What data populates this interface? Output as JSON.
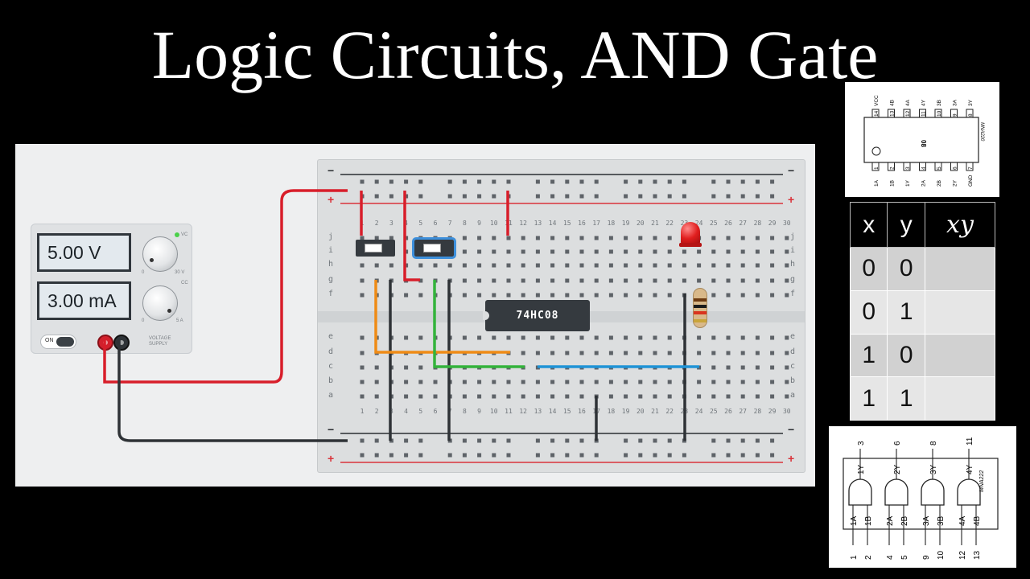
{
  "title": "Logic Circuits, AND Gate",
  "power_supply": {
    "voltage": "5.00 V",
    "current": "3.00 mA",
    "switch_label": "ON",
    "supply_label": "VOLTAGE SUPPLY",
    "vc_label": "VC",
    "cc_label": "CC",
    "v_min": "0",
    "v_max": "30 V",
    "i_min": "0",
    "i_max": "5 A"
  },
  "breadboard": {
    "columns": [
      "1",
      "2",
      "3",
      "4",
      "5",
      "6",
      "7",
      "8",
      "9",
      "10",
      "11",
      "12",
      "13",
      "14",
      "15",
      "16",
      "17",
      "18",
      "19",
      "20",
      "21",
      "22",
      "23",
      "24",
      "25",
      "26",
      "27",
      "28",
      "29",
      "30"
    ],
    "upper_rows": [
      "j",
      "i",
      "h",
      "g",
      "f"
    ],
    "lower_rows": [
      "e",
      "d",
      "c",
      "b",
      "a"
    ],
    "rail_minus": "−",
    "rail_plus": "+"
  },
  "chip_label": "74HC08",
  "pinout": {
    "top_nums": [
      "14",
      "13",
      "12",
      "11",
      "10",
      "9",
      "8"
    ],
    "top_names": [
      "VCC",
      "4B",
      "4A",
      "4Y",
      "3B",
      "3A",
      "3Y"
    ],
    "bottom_nums": [
      "1",
      "2",
      "3",
      "4",
      "5",
      "6",
      "7"
    ],
    "bottom_names": [
      "1A",
      "1B",
      "1Y",
      "2A",
      "2B",
      "2Y",
      "GND"
    ],
    "center_label": "08",
    "code": "MNA220"
  },
  "truth_table": {
    "headers": [
      "x",
      "y",
      "xy"
    ],
    "rows": [
      [
        "0",
        "0",
        ""
      ],
      [
        "0",
        "1",
        ""
      ],
      [
        "1",
        "0",
        ""
      ],
      [
        "1",
        "1",
        ""
      ]
    ]
  },
  "gates": {
    "out_nums": [
      "3",
      "6",
      "8",
      "11"
    ],
    "out_names": [
      "1Y",
      "2Y",
      "3Y",
      "4Y"
    ],
    "in_names": [
      "1A",
      "1B",
      "2A",
      "2B",
      "3A",
      "3B",
      "4A",
      "4B"
    ],
    "in_nums": [
      "1",
      "2",
      "4",
      "5",
      "9",
      "10",
      "12",
      "13"
    ],
    "code": "MNA222"
  }
}
